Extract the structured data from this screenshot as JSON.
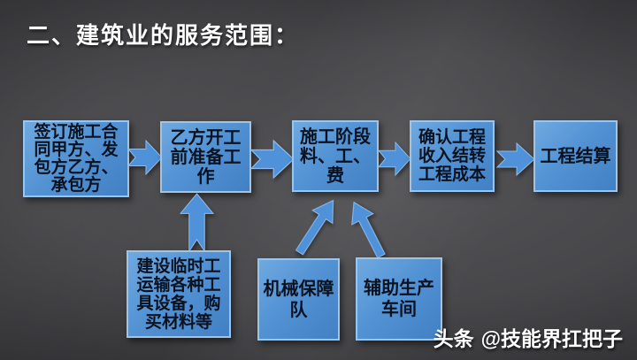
{
  "colors": {
    "bg-center": "#545457",
    "bg-edge": "#131314",
    "box-fill-top": "#6FA9E0",
    "box-fill-bottom": "#4180C4",
    "box-border": "#9DC5EA",
    "box-text": "#0A1220",
    "arrow-fill": "#4F92D9",
    "arrow-border": "#8FBCE8",
    "title-text": "#FFFFFF"
  },
  "title": "二、建筑业的服务范围：",
  "flow": {
    "main_steps": [
      {
        "id": "sign-contract",
        "label": "签订施工合\n同甲方、发\n包方乙方、\n承包方"
      },
      {
        "id": "pre-work",
        "label": "乙方开工\n前准备工\n作"
      },
      {
        "id": "construction-stage",
        "label": "施工阶段\n料、工、\n费"
      },
      {
        "id": "confirm-revenue",
        "label": "确认工程\n收入结转\n工程成本"
      },
      {
        "id": "settlement",
        "label": "工程结算"
      }
    ],
    "support_steps": [
      {
        "id": "site-setup",
        "label": "建设临时工\n运输各种工\n具设备，购\n买材料等",
        "feeds": "乙方开工前准备工作"
      },
      {
        "id": "machinery-team",
        "label": "机械保障\n队",
        "feeds": "施工阶段料、工、费"
      },
      {
        "id": "auxiliary-workshop",
        "label": "辅助生产\n车间",
        "feeds": "施工阶段料、工、费"
      }
    ],
    "icons": {
      "horizontal_connector": "notched-right-arrow",
      "vertical_connector": "notched-up-arrow",
      "diagonal_connectors": "slim-up-arrow"
    }
  },
  "watermark": {
    "brand": "头条",
    "handle": "@技能界扛把子"
  }
}
